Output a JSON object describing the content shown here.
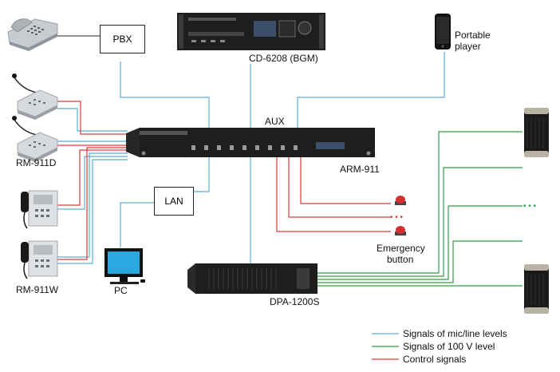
{
  "labels": {
    "pbx": "PBX",
    "cd": "CD-6208 (BGM)",
    "portable": "Portable",
    "portable2": "player",
    "aux": "AUX",
    "rm911d": "RM-911D",
    "arm": "ARM-911",
    "lan": "LAN",
    "rm911w": "RM-911W",
    "pc": "PC",
    "dpa": "DPA-1200S",
    "emergency": "Emergency",
    "emergency2": "button",
    "dots_red": "• • •",
    "dots_green": "• • •"
  },
  "legend": [
    {
      "label": "Signals of mic/line levels",
      "color": "#5aaed6"
    },
    {
      "label": "Signals of 100 V level",
      "color": "#2e9e45"
    },
    {
      "label": "Control signals",
      "color": "#d93a3a"
    }
  ],
  "colors": {
    "mic_line": "#5aaed6",
    "v100": "#2e9e45",
    "control": "#d93a3a",
    "device": "#1e1e1e"
  }
}
